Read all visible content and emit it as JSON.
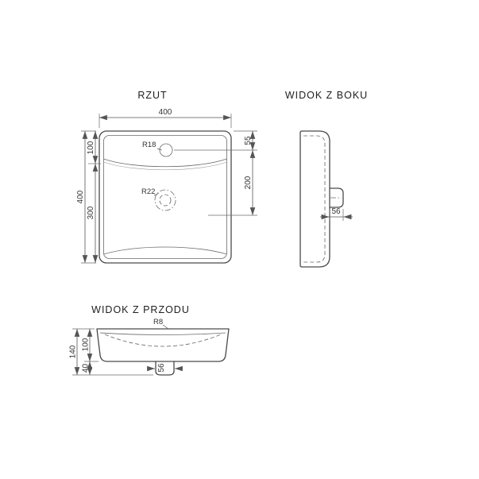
{
  "drawing": {
    "background_color": "#ffffff",
    "line_color": "#4a4a4a",
    "dimension_color": "#555555",
    "text_color": "#2b2b2b"
  },
  "views": {
    "plan": {
      "title": "RZUT",
      "dims": {
        "width": "400",
        "depth": "400",
        "top_segment": "100",
        "bottom_segment": "300",
        "top_to_faucet": "55",
        "faucet_to_drain": "200",
        "faucet_radius": "R18",
        "drain_radius": "R22"
      }
    },
    "side": {
      "title": "WIDOK Z BOKU",
      "dims": {
        "drain_width": "56"
      }
    },
    "front": {
      "title": "WIDOK Z PRZODU",
      "dims": {
        "body_height": "100",
        "total_height": "140",
        "drain_height": "40",
        "drain_width": "56",
        "rim_radius": "R8"
      }
    }
  }
}
